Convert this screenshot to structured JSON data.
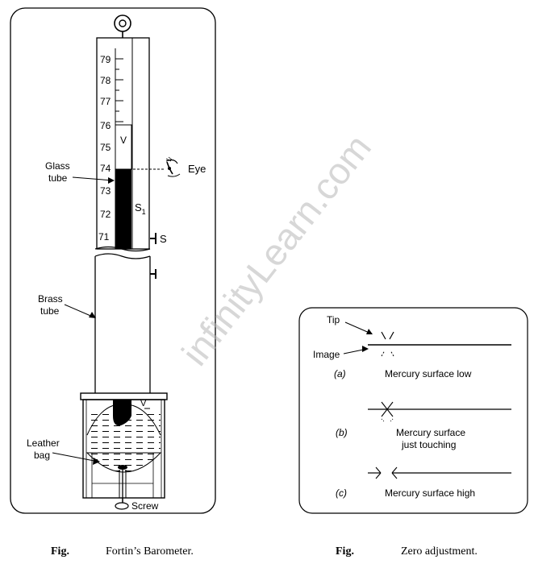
{
  "barometer": {
    "scale": [
      "79",
      "78",
      "77",
      "76",
      "75",
      "74",
      "73",
      "72",
      "71"
    ],
    "labels": {
      "glass_tube_line1": "Glass",
      "glass_tube_line2": "tube",
      "eye": "Eye",
      "vernier": "V",
      "s1": "S",
      "s1_sub": "1",
      "s": "S",
      "brass_tube_line1": "Brass",
      "brass_tube_line2": "tube",
      "v_bottom": "V",
      "leather_bag_line1": "Leather",
      "leather_bag_line2": "bag",
      "screw": "Screw"
    },
    "caption_fig": "Fig.",
    "caption_text": "Fortin’s Barometer."
  },
  "zero_adjustment": {
    "tip_label": "Tip",
    "image_label": "Image",
    "cases": [
      {
        "tag": "(a)",
        "text": "Mercury surface low"
      },
      {
        "tag": "(b)",
        "text_line1": "Mercury surface",
        "text_line2": "just touching"
      },
      {
        "tag": "(c)",
        "text": "Mercury surface high"
      }
    ],
    "caption_fig": "Fig.",
    "caption_text": "Zero adjustment."
  },
  "watermark": "infinityLearn.com"
}
